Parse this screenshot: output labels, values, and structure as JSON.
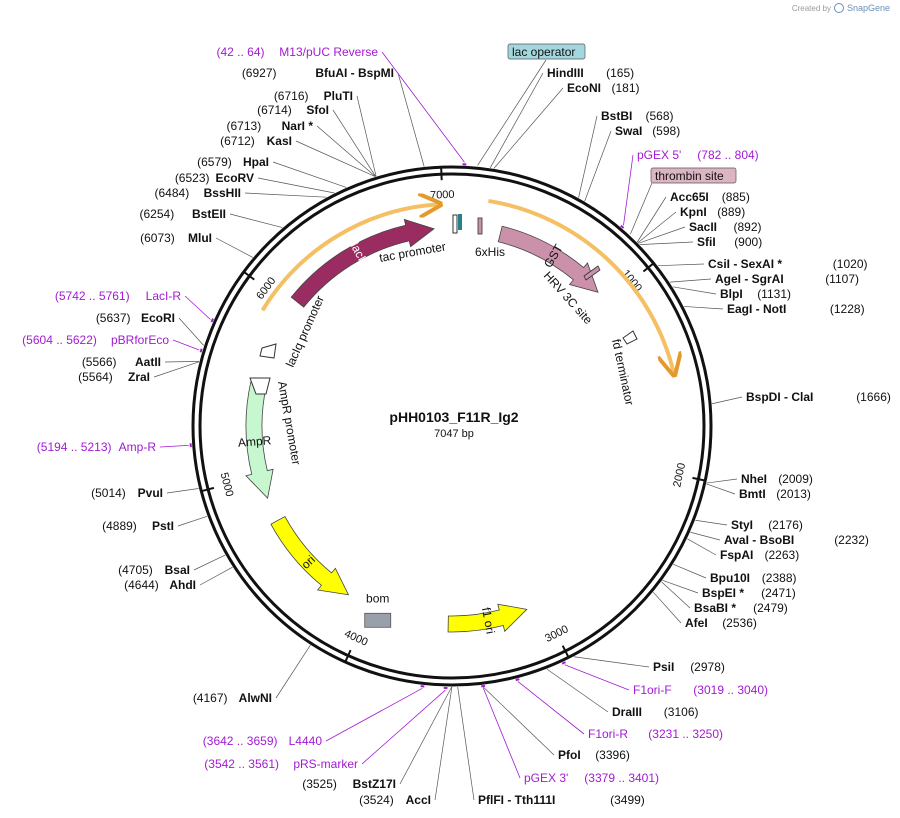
{
  "credit": {
    "prefix": "Created by",
    "brand": "SnapGene"
  },
  "plasmid": {
    "name": "pHH0103_F11R_Ig2",
    "length_label": "7047 bp",
    "length": 7047
  },
  "ticks": [
    {
      "bp": 1000,
      "label": "1000"
    },
    {
      "bp": 2000,
      "label": "2000"
    },
    {
      "bp": 3000,
      "label": "3000"
    },
    {
      "bp": 4000,
      "label": "4000"
    },
    {
      "bp": 5000,
      "label": "5000"
    },
    {
      "bp": 6000,
      "label": "6000"
    },
    {
      "bp": 7000,
      "label": "7000"
    }
  ],
  "features": [
    {
      "name": "lacI",
      "start": 6043,
      "end": 6945,
      "dir": 1,
      "color": "#9b2c62",
      "label": "lacI"
    },
    {
      "name": "GST",
      "start": 276,
      "end": 930,
      "dir": 1,
      "color": "#cc91aa",
      "label": "GST"
    },
    {
      "name": "AmpR",
      "start": 4867,
      "end": 5527,
      "dir": -1,
      "color": "#c6f7cf",
      "label": "AmpR"
    },
    {
      "name": "ori",
      "start": 4141,
      "end": 4728,
      "dir": -1,
      "color": "#ffff00",
      "label": "ori"
    },
    {
      "name": "f1 ori",
      "start": 3089,
      "end": 3545,
      "dir": -1,
      "color": "#ffff00",
      "label": "f1 ori"
    },
    {
      "name": "bom",
      "start": 3870,
      "end": 3996,
      "dir": 0,
      "color": "#9aa0aa",
      "label": "bom"
    }
  ],
  "feature_labels": {
    "tac": "tac promoter",
    "his": "6xHis",
    "hrv": "HRV 3C site",
    "fd": "fd terminator",
    "laciq": "lacIq promoter",
    "ampprom": "AmpR promoter"
  },
  "boxed_labels": [
    {
      "text": "lac operator",
      "fill": "#a3d7e0"
    },
    {
      "text": "thrombin site",
      "fill": "#dcb5c4"
    }
  ],
  "enzymes_right": [
    {
      "name": "HindIII",
      "pos": "(165)"
    },
    {
      "name": "EcoNI",
      "pos": "(181)"
    },
    {
      "name": "BstBI",
      "pos": "(568)"
    },
    {
      "name": "SwaI",
      "pos": "(598)"
    },
    {
      "name": "Acc65I",
      "pos": "(885)"
    },
    {
      "name": "KpnI",
      "pos": "(889)"
    },
    {
      "name": "SacII",
      "pos": "(892)"
    },
    {
      "name": "SfiI",
      "pos": "(900)"
    },
    {
      "name": "CsiI  -  SexAI *",
      "pos": "(1020)"
    },
    {
      "name": "AgeI  -  SgrAI",
      "pos": "(1107)"
    },
    {
      "name": "BlpI",
      "pos": "(1131)"
    },
    {
      "name": "EagI  -  NotI",
      "pos": "(1228)"
    },
    {
      "name": "BspDI  -  ClaI",
      "pos": "(1666)"
    },
    {
      "name": "NheI",
      "pos": "(2009)"
    },
    {
      "name": "BmtI",
      "pos": "(2013)"
    },
    {
      "name": "StyI",
      "pos": "(2176)"
    },
    {
      "name": "AvaI  -  BsoBI",
      "pos": "(2232)"
    },
    {
      "name": "FspAI",
      "pos": "(2263)"
    },
    {
      "name": "Bpu10I",
      "pos": "(2388)"
    },
    {
      "name": "BspEI *",
      "pos": "(2471)"
    },
    {
      "name": "BsaBI *",
      "pos": "(2479)"
    },
    {
      "name": "AfeI",
      "pos": "(2536)"
    },
    {
      "name": "PsiI",
      "pos": "(2978)"
    },
    {
      "name": "DraIII",
      "pos": "(3106)"
    },
    {
      "name": "PfoI",
      "pos": "(3396)"
    },
    {
      "name": "PflFI  -  Tth111I",
      "pos": "(3499)"
    }
  ],
  "enzymes_left": [
    {
      "name": "BfuAI  -  BspMI",
      "pos": "(6927)"
    },
    {
      "name": "PluTI",
      "pos": "(6716)"
    },
    {
      "name": "SfoI",
      "pos": "(6714)"
    },
    {
      "name": "NarI *",
      "pos": "(6713)"
    },
    {
      "name": "KasI",
      "pos": "(6712)"
    },
    {
      "name": "HpaI",
      "pos": "(6579)"
    },
    {
      "name": "EcoRV",
      "pos": "(6523)"
    },
    {
      "name": "BssHII",
      "pos": "(6484)"
    },
    {
      "name": "BstEII",
      "pos": "(6254)"
    },
    {
      "name": "MluI",
      "pos": "(6073)"
    },
    {
      "name": "EcoRI",
      "pos": "(5637)"
    },
    {
      "name": "AatII",
      "pos": "(5566)"
    },
    {
      "name": "ZraI",
      "pos": "(5564)"
    },
    {
      "name": "PvuI",
      "pos": "(5014)"
    },
    {
      "name": "PstI",
      "pos": "(4889)"
    },
    {
      "name": "BsaI",
      "pos": "(4705)"
    },
    {
      "name": "AhdI",
      "pos": "(4644)"
    },
    {
      "name": "AlwNI",
      "pos": "(4167)"
    },
    {
      "name": "BstZ17I",
      "pos": "(3525)"
    },
    {
      "name": "AccI",
      "pos": "(3524)"
    }
  ],
  "primers": [
    {
      "name": "M13/pUC Reverse",
      "range": "(42 .. 64)"
    },
    {
      "name": "pGEX 5'",
      "range": "(782 .. 804)"
    },
    {
      "name": "LacI-R",
      "range": "(5742 .. 5761)"
    },
    {
      "name": "pBRforEco",
      "range": "(5604 .. 5622)"
    },
    {
      "name": "Amp-R",
      "range": "(5194 .. 5213)"
    },
    {
      "name": "F1ori-F",
      "range": "(3019 .. 3040)"
    },
    {
      "name": "F1ori-R",
      "range": "(3231 .. 3250)"
    },
    {
      "name": "pGEX 3'",
      "range": "(3379 .. 3401)"
    },
    {
      "name": "L4440",
      "range": "(3642 .. 3659)"
    },
    {
      "name": "pRS-marker",
      "range": "(3542 .. 3561)"
    }
  ],
  "colors": {
    "primer": "#a21bd3",
    "backbone": "#111111",
    "orange_arrow": "#f0a030"
  }
}
